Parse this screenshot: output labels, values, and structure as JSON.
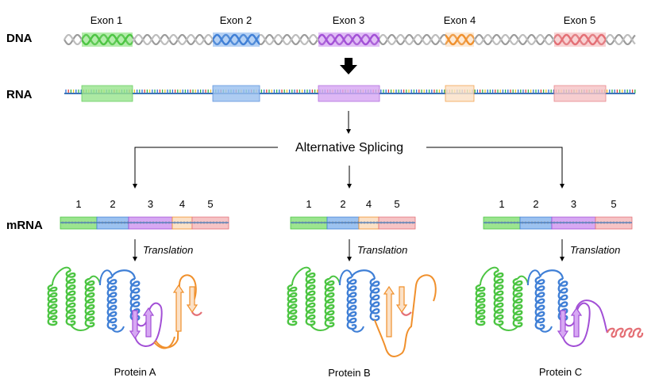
{
  "rows": {
    "dna": "DNA",
    "rna": "RNA",
    "mrna": "mRNA"
  },
  "exons": [
    {
      "label": "Exon 1",
      "color": "#4cc542",
      "fill": "#9be58f"
    },
    {
      "label": "Exon 2",
      "color": "#3f7fd6",
      "fill": "#9cc2f0"
    },
    {
      "label": "Exon 3",
      "color": "#a24fd6",
      "fill": "#d7a8f3"
    },
    {
      "label": "Exon 4",
      "color": "#f0902c",
      "fill": "#fbe1c7"
    },
    {
      "label": "Exon 5",
      "color": "#e46f75",
      "fill": "#f6c4c6"
    }
  ],
  "splicing_label": "Alternative Splicing",
  "translation_label": "Translation",
  "isoforms": [
    {
      "name": "Protein A",
      "exons": [
        1,
        2,
        3,
        4,
        5
      ]
    },
    {
      "name": "Protein B",
      "exons": [
        1,
        2,
        4,
        5
      ]
    },
    {
      "name": "Protein C",
      "exons": [
        1,
        2,
        3,
        5
      ]
    }
  ],
  "colors": {
    "backbone": "#9a9a9a",
    "arrow": "#000000",
    "rna_line": "#3d74b8"
  },
  "icons": {
    "transcription_arrow": "down-arrow-icon"
  }
}
